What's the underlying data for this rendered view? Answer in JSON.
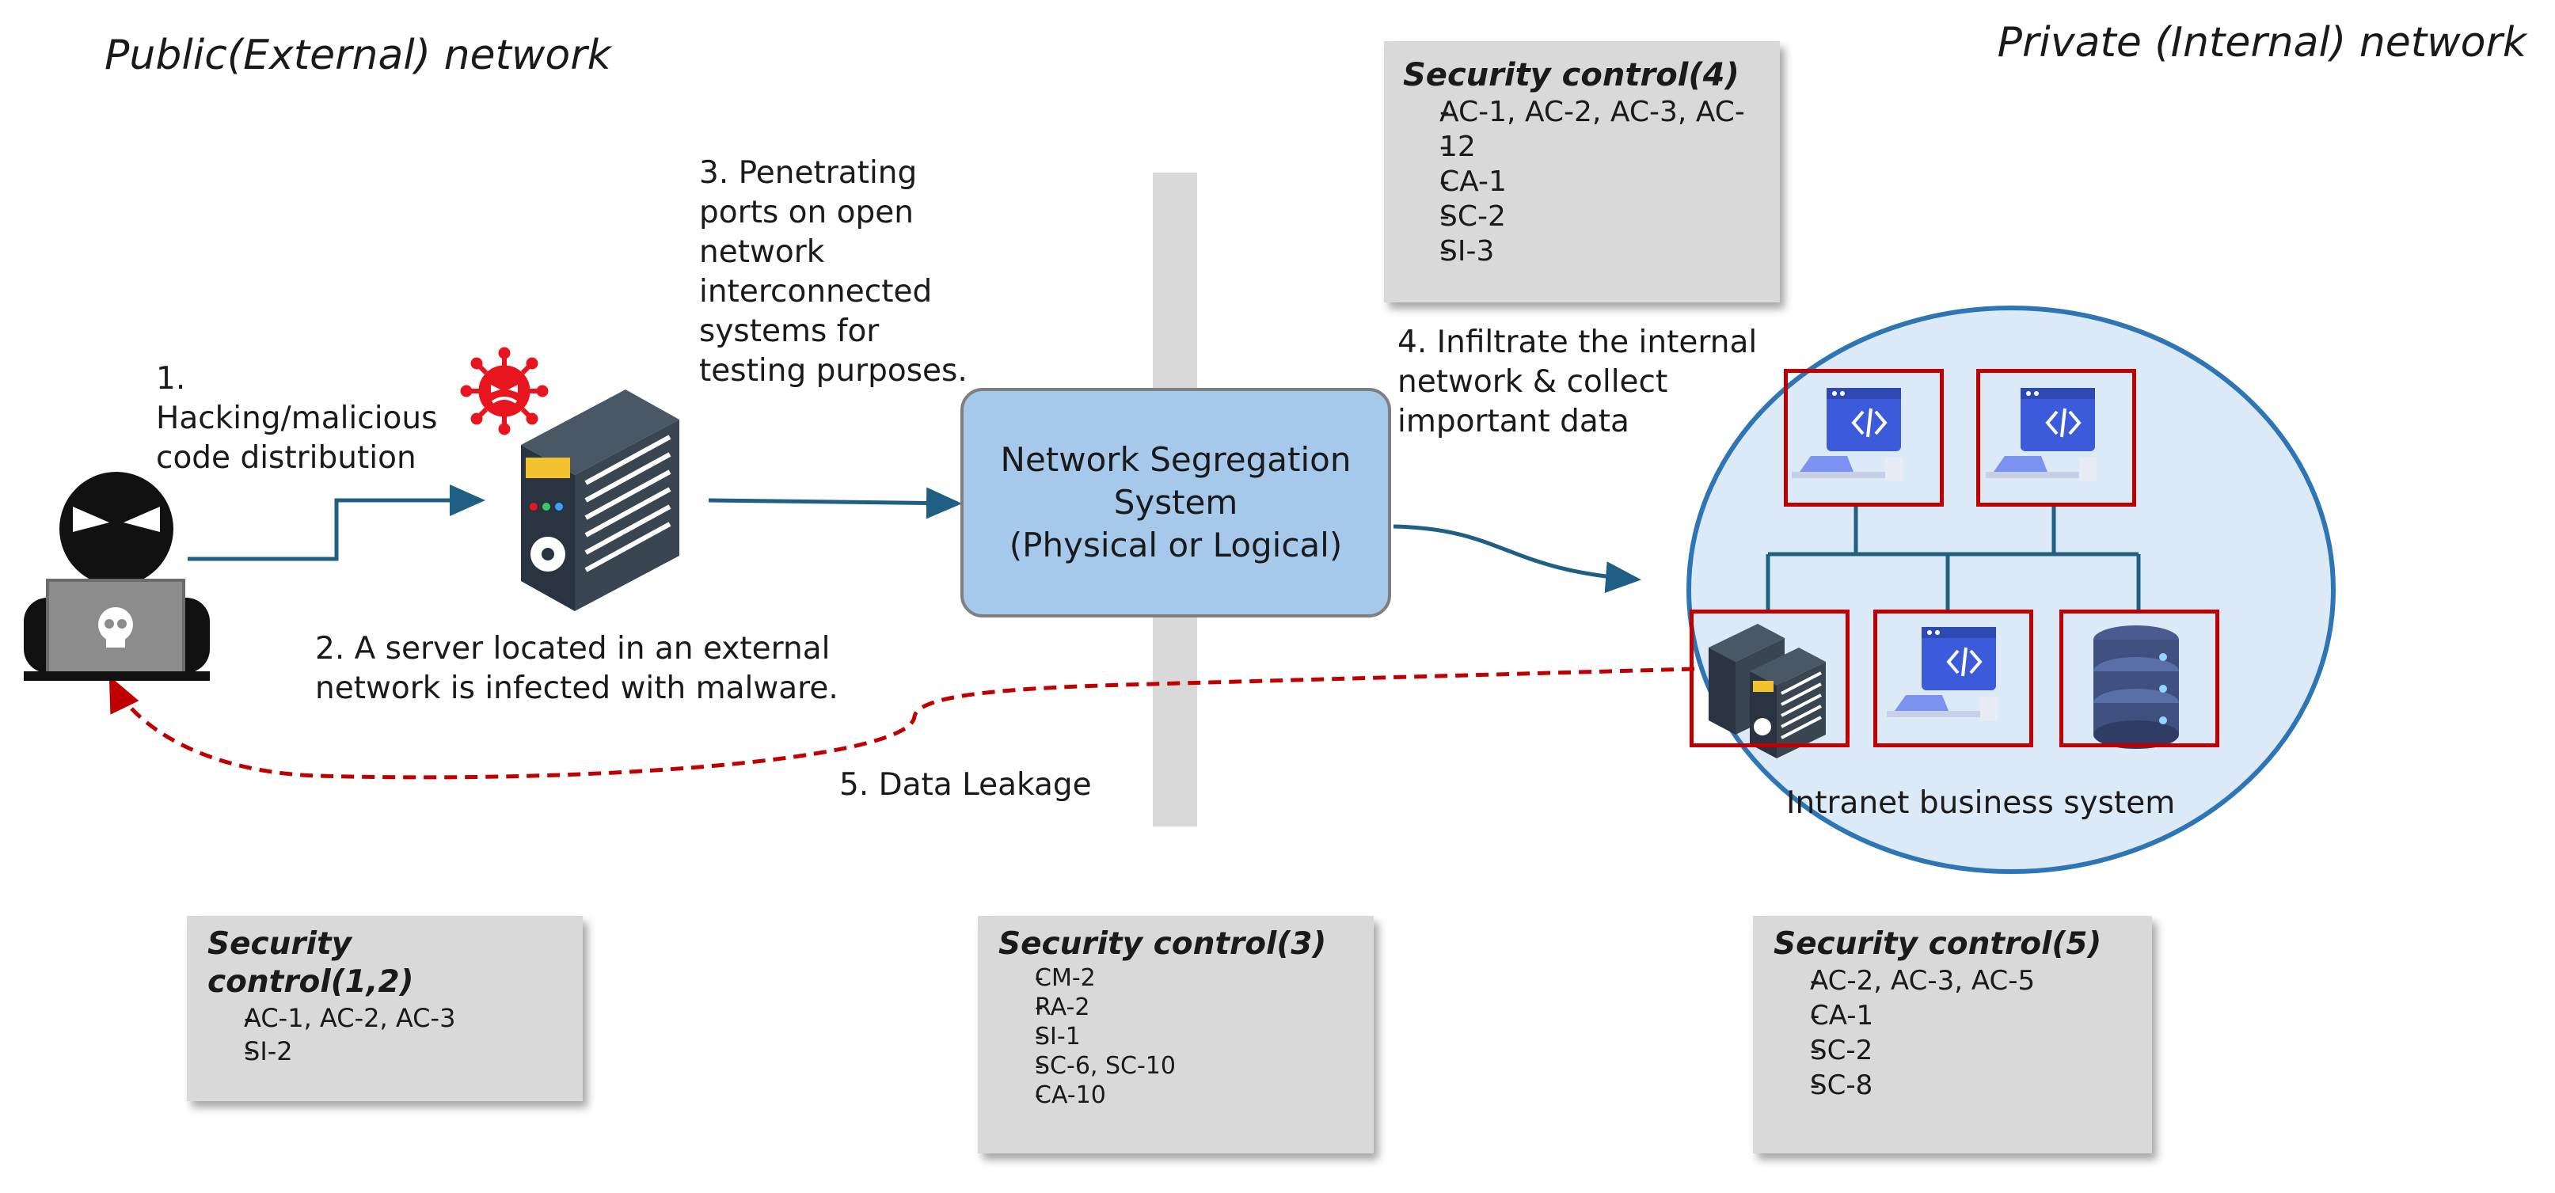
{
  "regions": {
    "public": "Public(External) network",
    "private": "Private (Internal) network"
  },
  "steps": {
    "s1": [
      "1.",
      "Hacking/malicious",
      "code distribution"
    ],
    "s2": [
      "2. A server located in an external",
      "network is infected with malware."
    ],
    "s3": [
      "3. Penetrating",
      "ports on open",
      "network",
      "interconnected",
      "systems for",
      "testing purposes."
    ],
    "s4": [
      "4. Infiltrate the internal",
      "network & collect",
      "important data"
    ],
    "s5": "5. Data Leakage"
  },
  "segregation": [
    "Network Segregation",
    "System",
    "(Physical or Logical)"
  ],
  "intranet_label": "Intranet business system",
  "controls": {
    "c4": {
      "title": "Security control(4)",
      "items": [
        "AC-1, AC-2, AC-3, AC-",
        "12",
        "CA-1",
        "SC-2",
        "SI-3"
      ]
    },
    "c12": {
      "title": "Security control(1,2)",
      "items": [
        "AC-1, AC-2, AC-3",
        "SI-2"
      ]
    },
    "c3": {
      "title": "Security control(3)",
      "items": [
        "CM-2",
        "RA-2",
        "SI-1",
        "SC-6, SC-10",
        "CA-10"
      ]
    },
    "c5": {
      "title": "Security control(5)",
      "items": [
        "AC-2, AC-3, AC-5",
        "CA-1",
        "SC-2",
        "SC-8"
      ]
    }
  },
  "colors": {
    "arrow": "#1f5f84",
    "leakage": "#c00000",
    "intranet_border": "#2e75b6",
    "intranet_fill": "#dce9f6",
    "node_border": "#c00000",
    "segregation_fill": "#a6c8ea",
    "control_fill": "#d9d9d9",
    "divider": "#d9d9d9"
  },
  "icons": [
    "hacker-icon",
    "virus-icon",
    "infected-server-icon",
    "workstation-icon",
    "server-cluster-icon",
    "database-icon"
  ]
}
